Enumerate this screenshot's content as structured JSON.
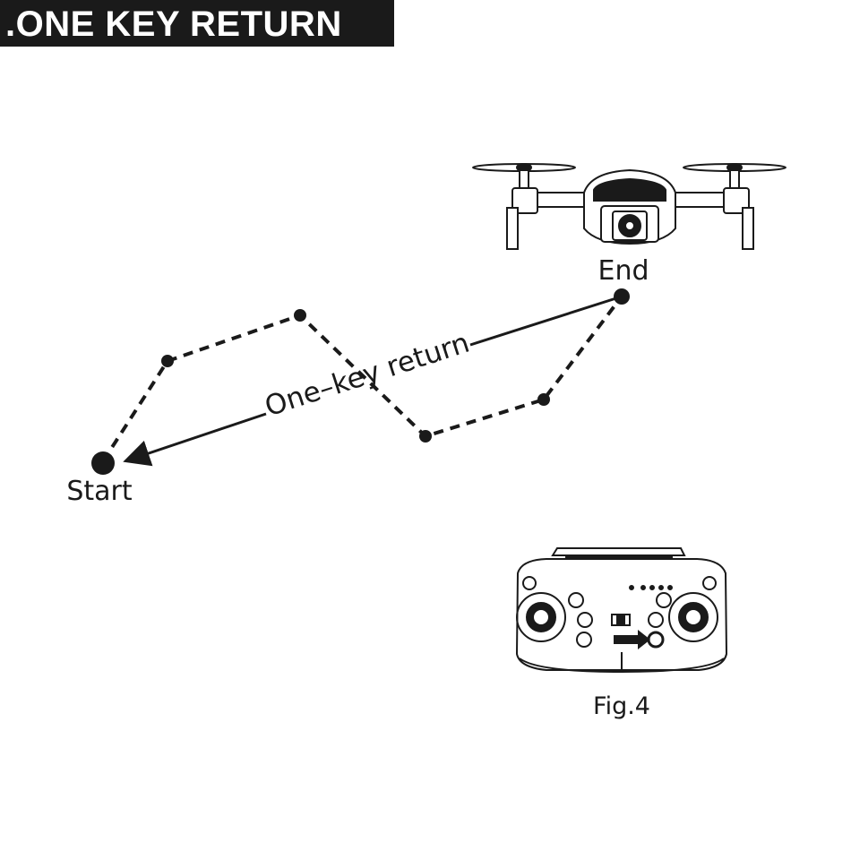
{
  "header": {
    "title": ".ONE KEY RETURN"
  },
  "labels": {
    "end": "End",
    "start": "Start",
    "path": "One–key return",
    "figure": "Fig.4"
  },
  "colors": {
    "ink": "#1a1a1a",
    "header_bg": "#1a1a1a",
    "header_text": "#ffffff"
  },
  "icons": [
    "drone-icon",
    "remote-controller-icon",
    "return-arrow-icon"
  ]
}
